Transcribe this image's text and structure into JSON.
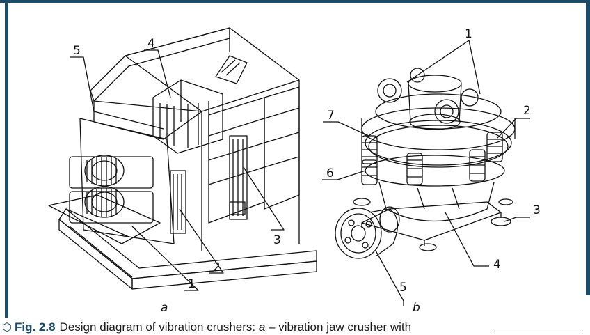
{
  "figure": {
    "left_callouts": [
      "5",
      "4",
      "3",
      "2",
      "1"
    ],
    "right_callouts": [
      "1",
      "2",
      "7",
      "6",
      "3",
      "4",
      "5"
    ],
    "sub_label_left": "a",
    "sub_label_right": "b"
  },
  "caption": {
    "figure_number": "Fig. 2.8",
    "text": "Design diagram of vibration crushers: ",
    "part_a": "a",
    "part_a_text": " – vibration jaw crusher with"
  }
}
